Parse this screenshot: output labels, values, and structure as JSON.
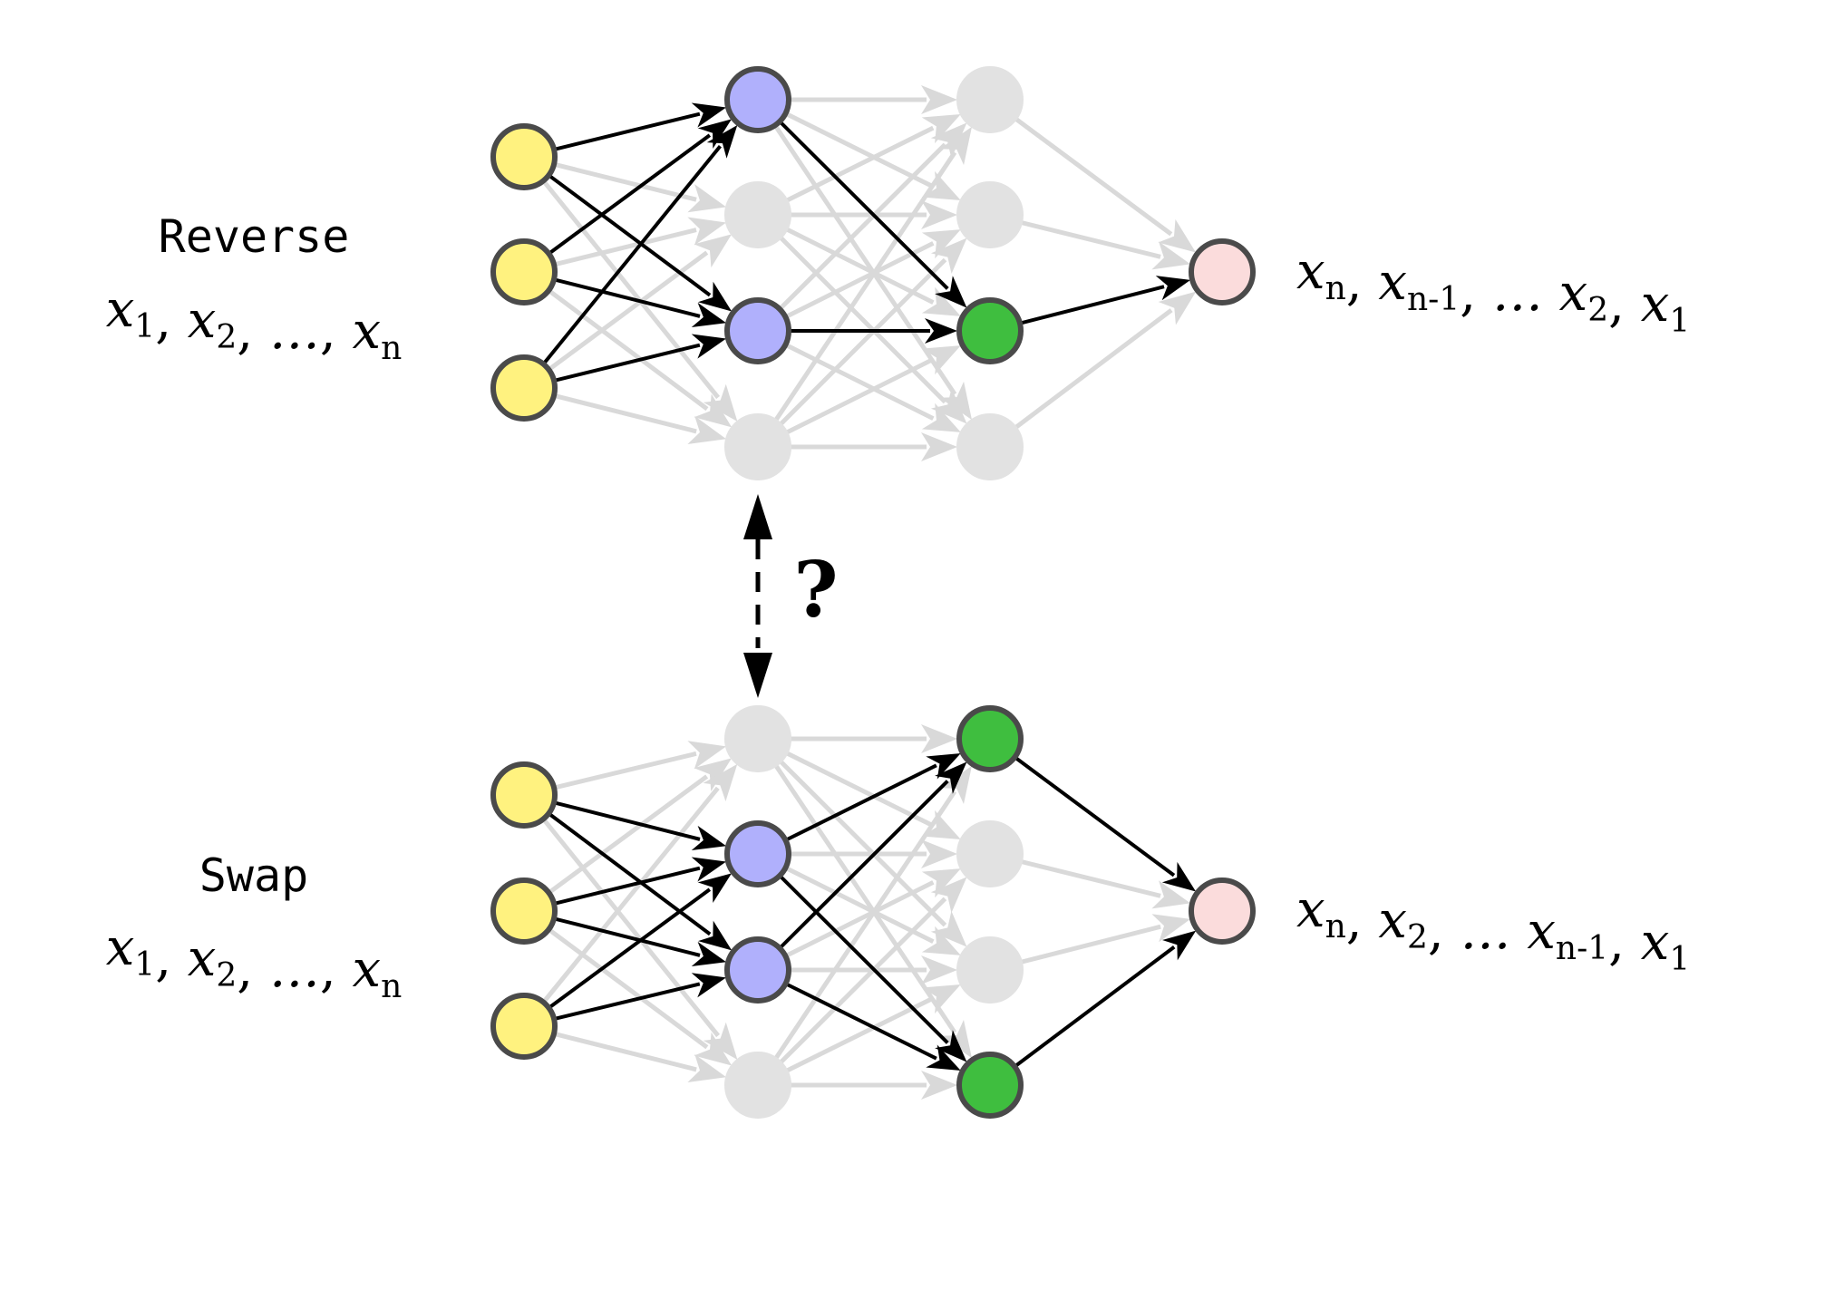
{
  "networks": [
    {
      "task_label": "Reverse",
      "input": {
        "parts": [
          {
            "b": "x",
            "s": "1"
          },
          {
            "b": "x",
            "s": "2"
          },
          {
            "b": "…"
          },
          {
            "b": "x",
            "s": "n"
          }
        ],
        "seps": [
          ", ",
          ", ",
          ", "
        ]
      },
      "output": {
        "parts": [
          {
            "b": "x",
            "s": "n"
          },
          {
            "b": "x",
            "s": "n-1"
          },
          {
            "b": "…"
          },
          {
            "b": "x",
            "s": "2"
          },
          {
            "b": "x",
            "s": "1"
          }
        ],
        "seps": [
          ", ",
          ", ",
          " ",
          ", "
        ]
      },
      "active": {
        "hidden1": [
          0,
          2
        ],
        "hidden2": [
          2
        ]
      },
      "active_edges": {
        "in_h1": [
          [
            0,
            0
          ],
          [
            0,
            2
          ],
          [
            1,
            0
          ],
          [
            1,
            2
          ],
          [
            2,
            0
          ],
          [
            2,
            2
          ]
        ],
        "h1_h2": [
          [
            0,
            2
          ],
          [
            2,
            2
          ]
        ],
        "h2_out": [
          2
        ]
      }
    },
    {
      "task_label": "Swap",
      "input": {
        "parts": [
          {
            "b": "x",
            "s": "1"
          },
          {
            "b": "x",
            "s": "2"
          },
          {
            "b": "…"
          },
          {
            "b": "x",
            "s": "n"
          }
        ],
        "seps": [
          ", ",
          ", ",
          ", "
        ]
      },
      "output": {
        "parts": [
          {
            "b": "x",
            "s": "n"
          },
          {
            "b": "x",
            "s": "2"
          },
          {
            "b": "…"
          },
          {
            "b": "x",
            "s": "n-1"
          },
          {
            "b": "x",
            "s": "1"
          }
        ],
        "seps": [
          ", ",
          ", ",
          " ",
          ", "
        ]
      },
      "active": {
        "hidden1": [
          1,
          2
        ],
        "hidden2": [
          0,
          3
        ]
      },
      "active_edges": {
        "in_h1": [
          [
            0,
            1
          ],
          [
            0,
            2
          ],
          [
            1,
            1
          ],
          [
            1,
            2
          ],
          [
            2,
            1
          ],
          [
            2,
            2
          ]
        ],
        "h1_h2": [
          [
            1,
            0
          ],
          [
            1,
            3
          ],
          [
            2,
            0
          ],
          [
            2,
            3
          ]
        ],
        "h2_out": [
          0,
          3
        ]
      }
    }
  ],
  "comparison_label": "?",
  "colors": {
    "input": "#fff27f",
    "hidden1_active": "#b0b0fc",
    "hidden2_active": "#3fbe3f",
    "output": "#fbdcdc",
    "inactive_node": "#e2e2e2",
    "inactive_edge": "#d9d9d9",
    "node_stroke": "#4a4a4a",
    "active_edge": "#000000"
  }
}
